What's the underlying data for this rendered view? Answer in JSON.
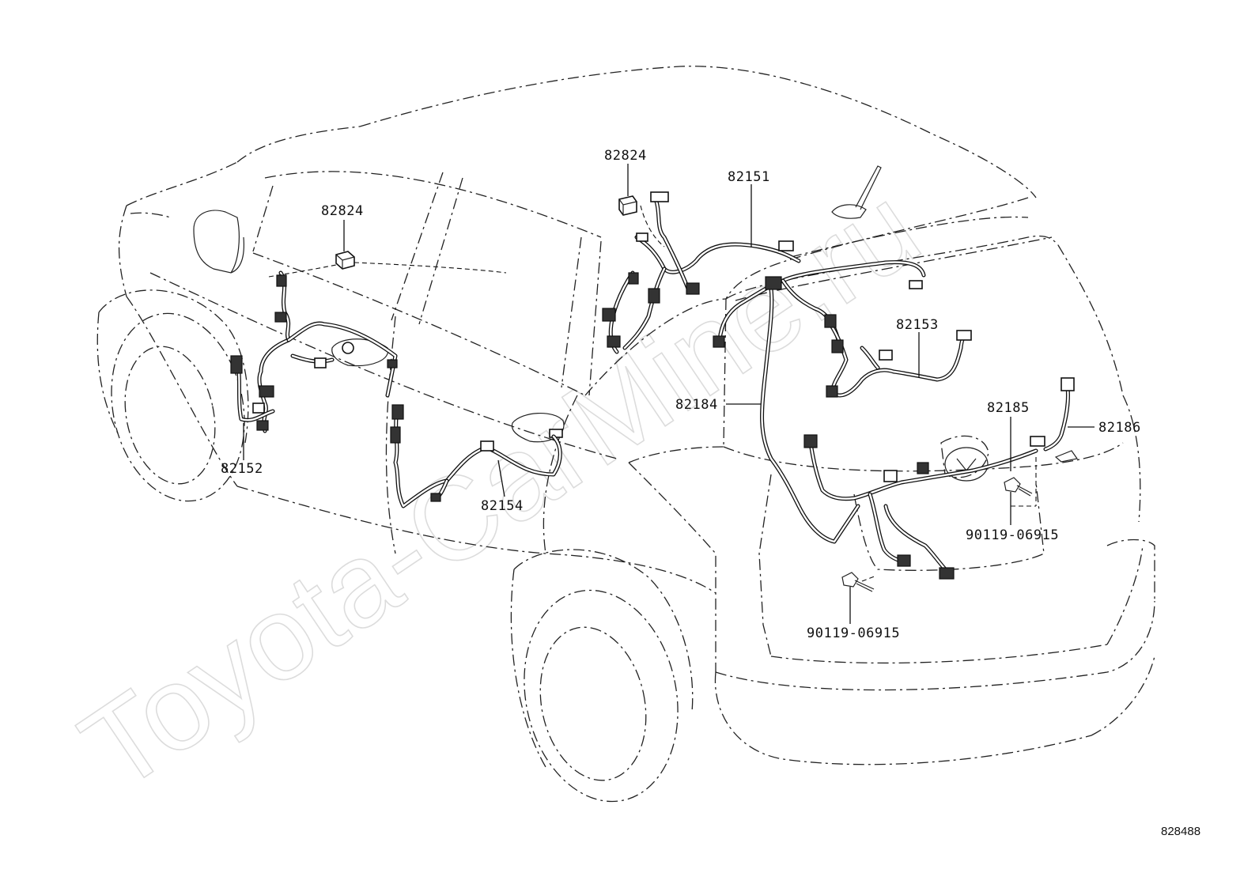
{
  "watermark": "Toyota-CarMine.ru",
  "diagram_ref": "828488",
  "callouts": [
    {
      "id": "c1",
      "text": "82824"
    },
    {
      "id": "c2",
      "text": "82824"
    },
    {
      "id": "c3",
      "text": "82151"
    },
    {
      "id": "c4",
      "text": "82153"
    },
    {
      "id": "c5",
      "text": "82184"
    },
    {
      "id": "c6",
      "text": "82185"
    },
    {
      "id": "c7",
      "text": "82186"
    },
    {
      "id": "c8",
      "text": "82152"
    },
    {
      "id": "c9",
      "text": "82154"
    },
    {
      "id": "c10",
      "text": "90119-06915"
    },
    {
      "id": "c11",
      "text": "90119-06915"
    }
  ],
  "colors": {
    "ink": "#111111",
    "watermark": "#dcdcdc",
    "background": "#ffffff"
  }
}
